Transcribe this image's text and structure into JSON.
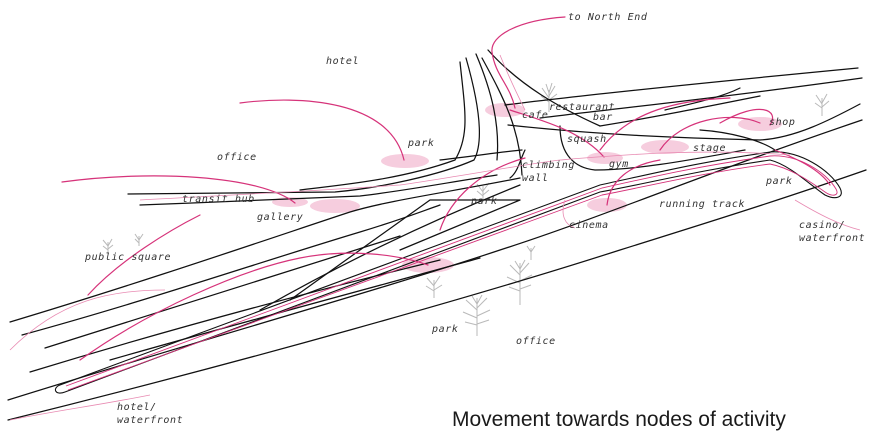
{
  "caption": "Movement towards nodes of activity",
  "labels": {
    "to_north_end": "to North End",
    "hotel_top": "hotel",
    "restaurant": "restaurant",
    "cafe": "cafe",
    "bar": "bar",
    "shop": "shop",
    "park_top": "park",
    "office_left": "office",
    "squash": "squash",
    "climbing_wall": "climbing wall",
    "gym": "gym",
    "stage": "stage",
    "park_right": "park",
    "transit_hub": "transit hub",
    "gallery": "gallery",
    "park_mid": "park",
    "running_track": "running track",
    "cinema": "cinema",
    "casino_waterfront": "casino/ waterfront",
    "public_square": "public square",
    "park_bottom": "park",
    "office_bottom": "office",
    "hotel_waterfront": "hotel/ waterfront"
  },
  "colors": {
    "path": "#d6337a",
    "node": "#f5c4d8",
    "road": "#111111",
    "tree": "#b9b9b9"
  }
}
